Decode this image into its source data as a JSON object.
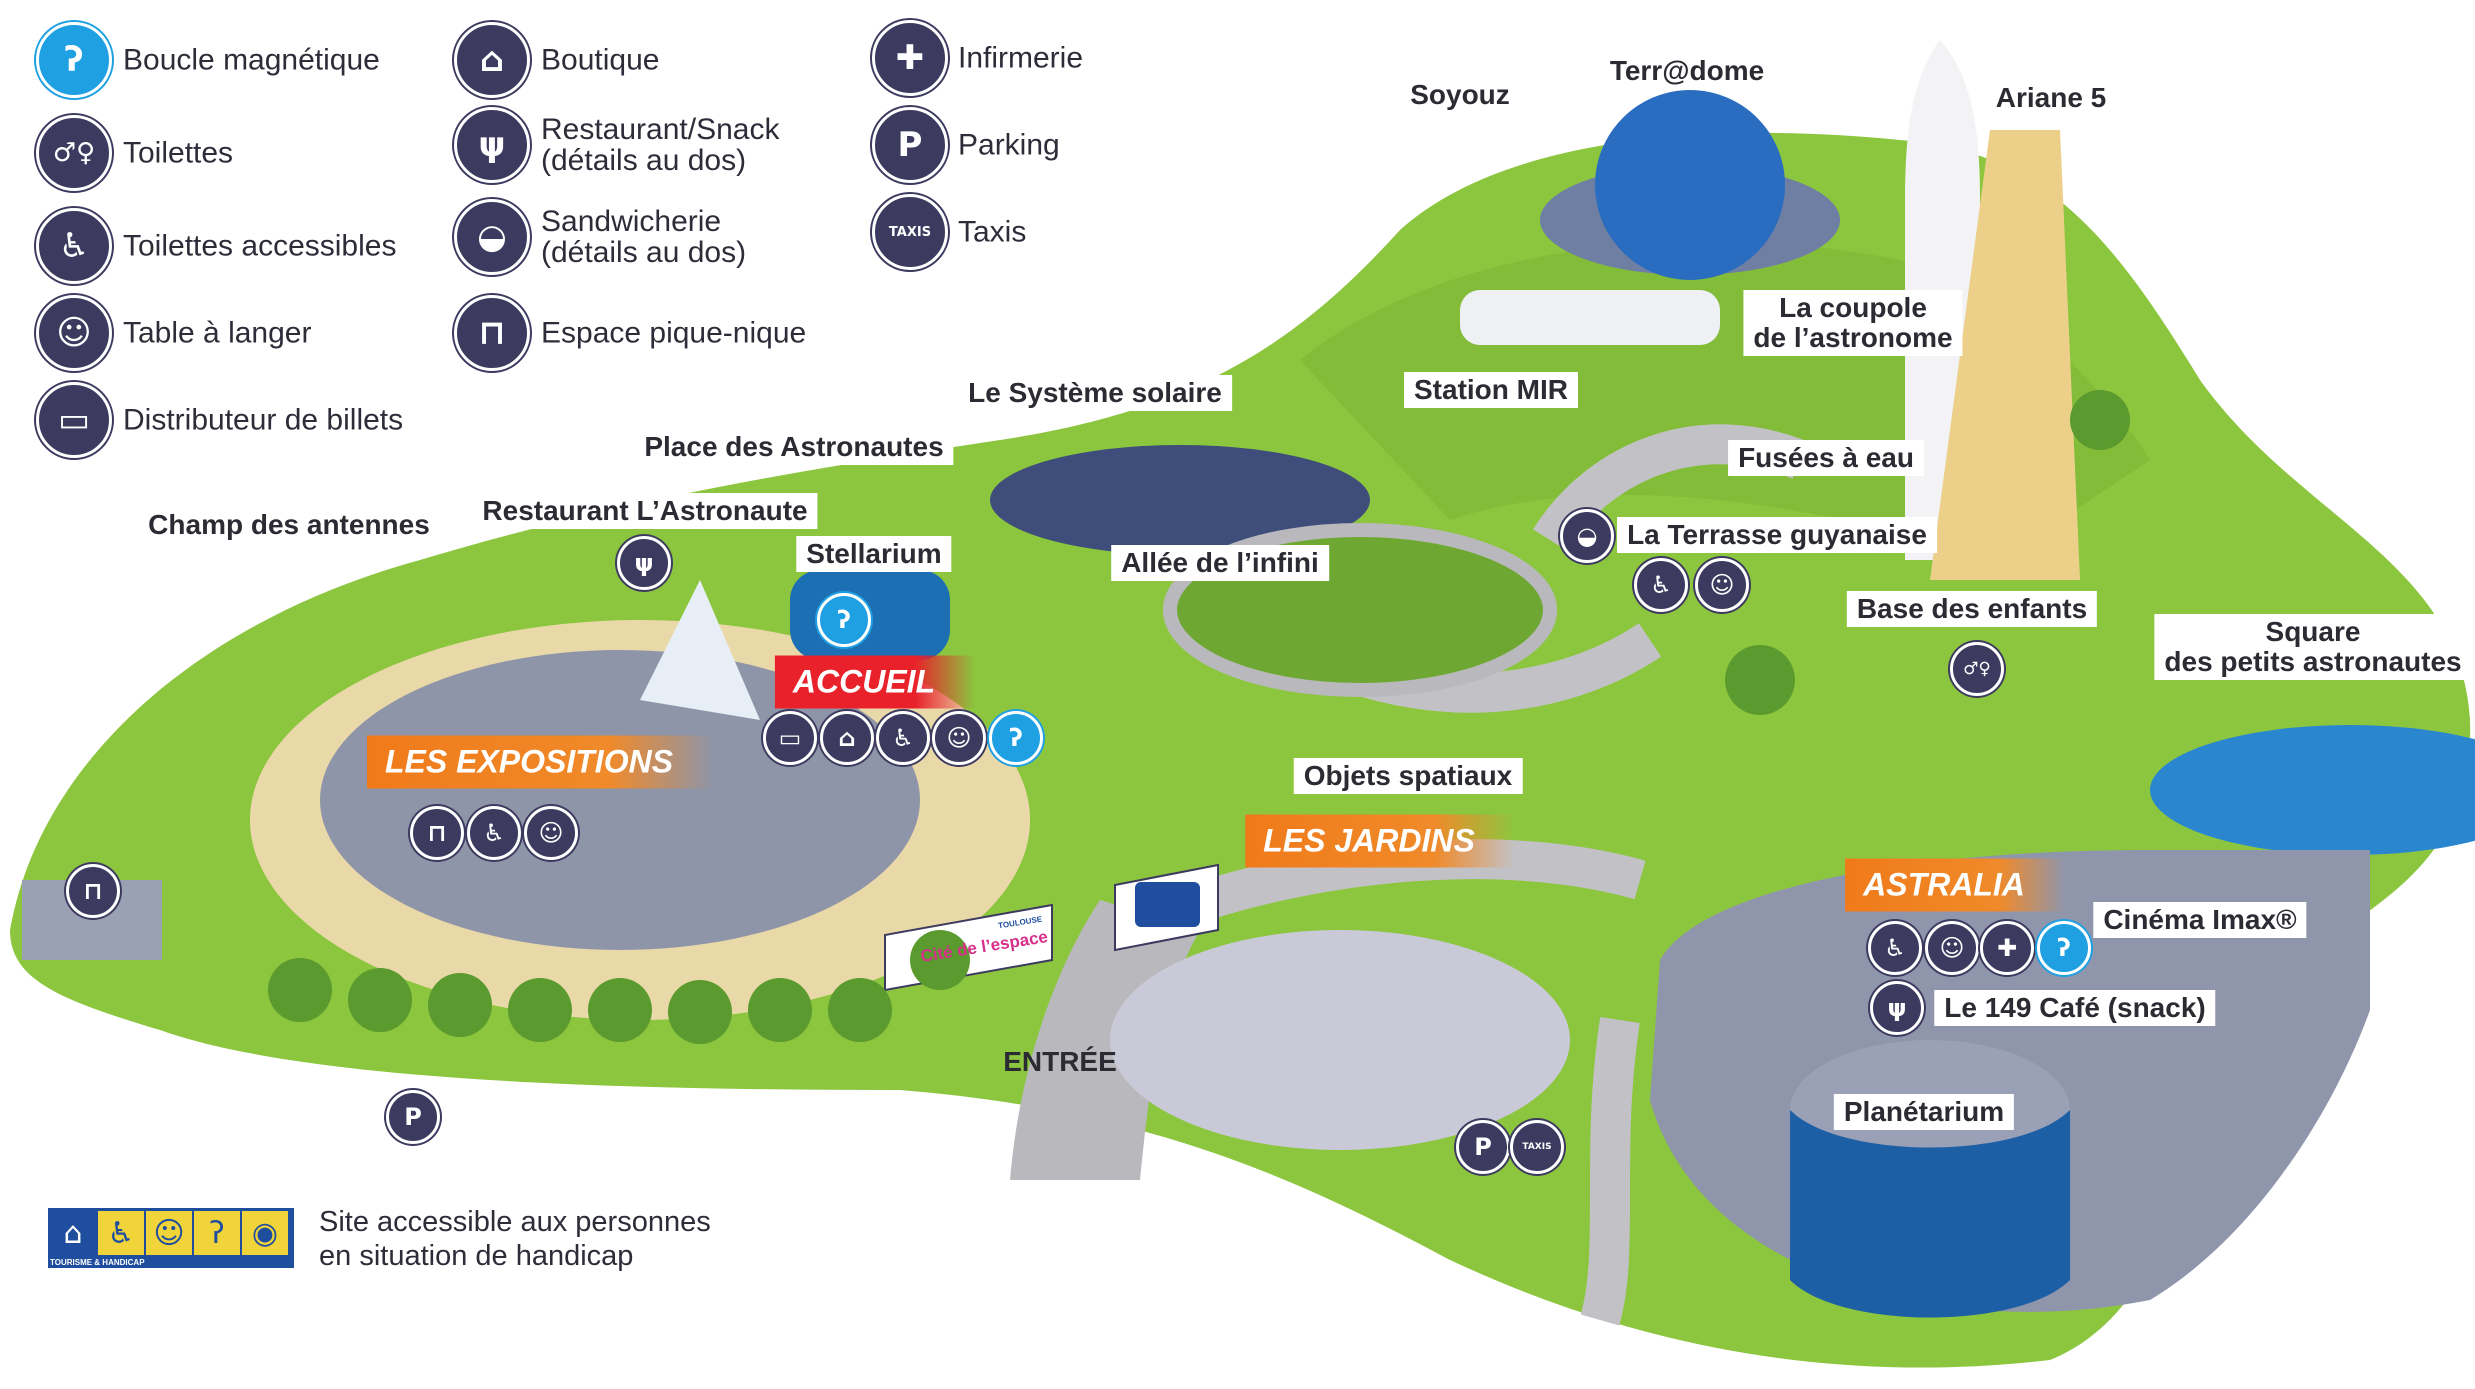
{
  "legend": {
    "items": [
      {
        "label": "Boucle magnétique",
        "icon": "hearing-loop-icon",
        "glyph": "ʔ"
      },
      {
        "label": "Toilettes",
        "icon": "toilets-icon",
        "glyph": "♂♀"
      },
      {
        "label": "Toilettes accessibles",
        "icon": "accessible-toilets-icon",
        "glyph": "♿"
      },
      {
        "label": "Table à langer",
        "icon": "baby-changing-icon",
        "glyph": "☺"
      },
      {
        "label": "Distributeur de billets",
        "icon": "ticket-machine-icon",
        "glyph": "▭"
      },
      {
        "label": "Boutique",
        "icon": "shop-bag-icon",
        "glyph": "⌂"
      },
      {
        "label": "Restaurant/Snack",
        "sub": "(détails au dos)",
        "icon": "restaurant-icon",
        "glyph": "ψ"
      },
      {
        "label": "Sandwicherie",
        "sub": "(détails au dos)",
        "icon": "sandwich-icon",
        "glyph": "◒"
      },
      {
        "label": "Espace pique-nique",
        "icon": "picnic-icon",
        "glyph": "⊓"
      },
      {
        "label": "Infirmerie",
        "icon": "first-aid-icon",
        "glyph": "✚"
      },
      {
        "label": "Parking",
        "icon": "parking-icon",
        "glyph": "P"
      },
      {
        "label": "Taxis",
        "icon": "taxi-icon",
        "glyph": "TAXIS"
      }
    ]
  },
  "places": {
    "soyouz": "Soyouz",
    "terradome": "Terr@dome",
    "ariane5": "Ariane 5",
    "coupole_1": "La coupole",
    "coupole_2": "de l’astronome",
    "station_mir": "Station MIR",
    "systeme_solaire": "Le Système solaire",
    "place_astronautes": "Place des Astronautes",
    "fusees_eau": "Fusées à eau",
    "champ_antennes": "Champ des antennes",
    "restaurant_astronaute": "Restaurant L’Astronaute",
    "stellarium": "Stellarium",
    "allee_infini": "Allée de l’infini",
    "terrasse_guyanaise": "La Terrasse guyanaise",
    "base_enfants": "Base des enfants",
    "square_1": "Square",
    "square_2": "des petits astronautes",
    "objets_spatiaux": "Objets spatiaux",
    "cinema_imax": "Cinéma Imax®",
    "cafe_149": "Le 149 Café (snack)",
    "entree": "ENTRÉE",
    "planetarium": "Planétarium"
  },
  "zones": {
    "accueil": "ACCUEIL",
    "expositions": "LES EXPOSITIONS",
    "jardins": "LES JARDINS",
    "astralia": "ASTRALIA"
  },
  "signs": {
    "cite_espace": "Cité de l’espace",
    "toulouse": "TOULOUSE"
  },
  "footer": {
    "logo_caption": "TOURISME & HANDICAP",
    "text_1": "Site accessible aux personnes",
    "text_2": "en situation de handicap"
  },
  "colors": {
    "icon_bg": "#3d3a5f",
    "hearing_loop": "#1ea0e2",
    "grass": "#8cc63f",
    "road": "#b8b8bc",
    "zone_orange": "#f07a1a",
    "zone_red": "#e8212a"
  }
}
